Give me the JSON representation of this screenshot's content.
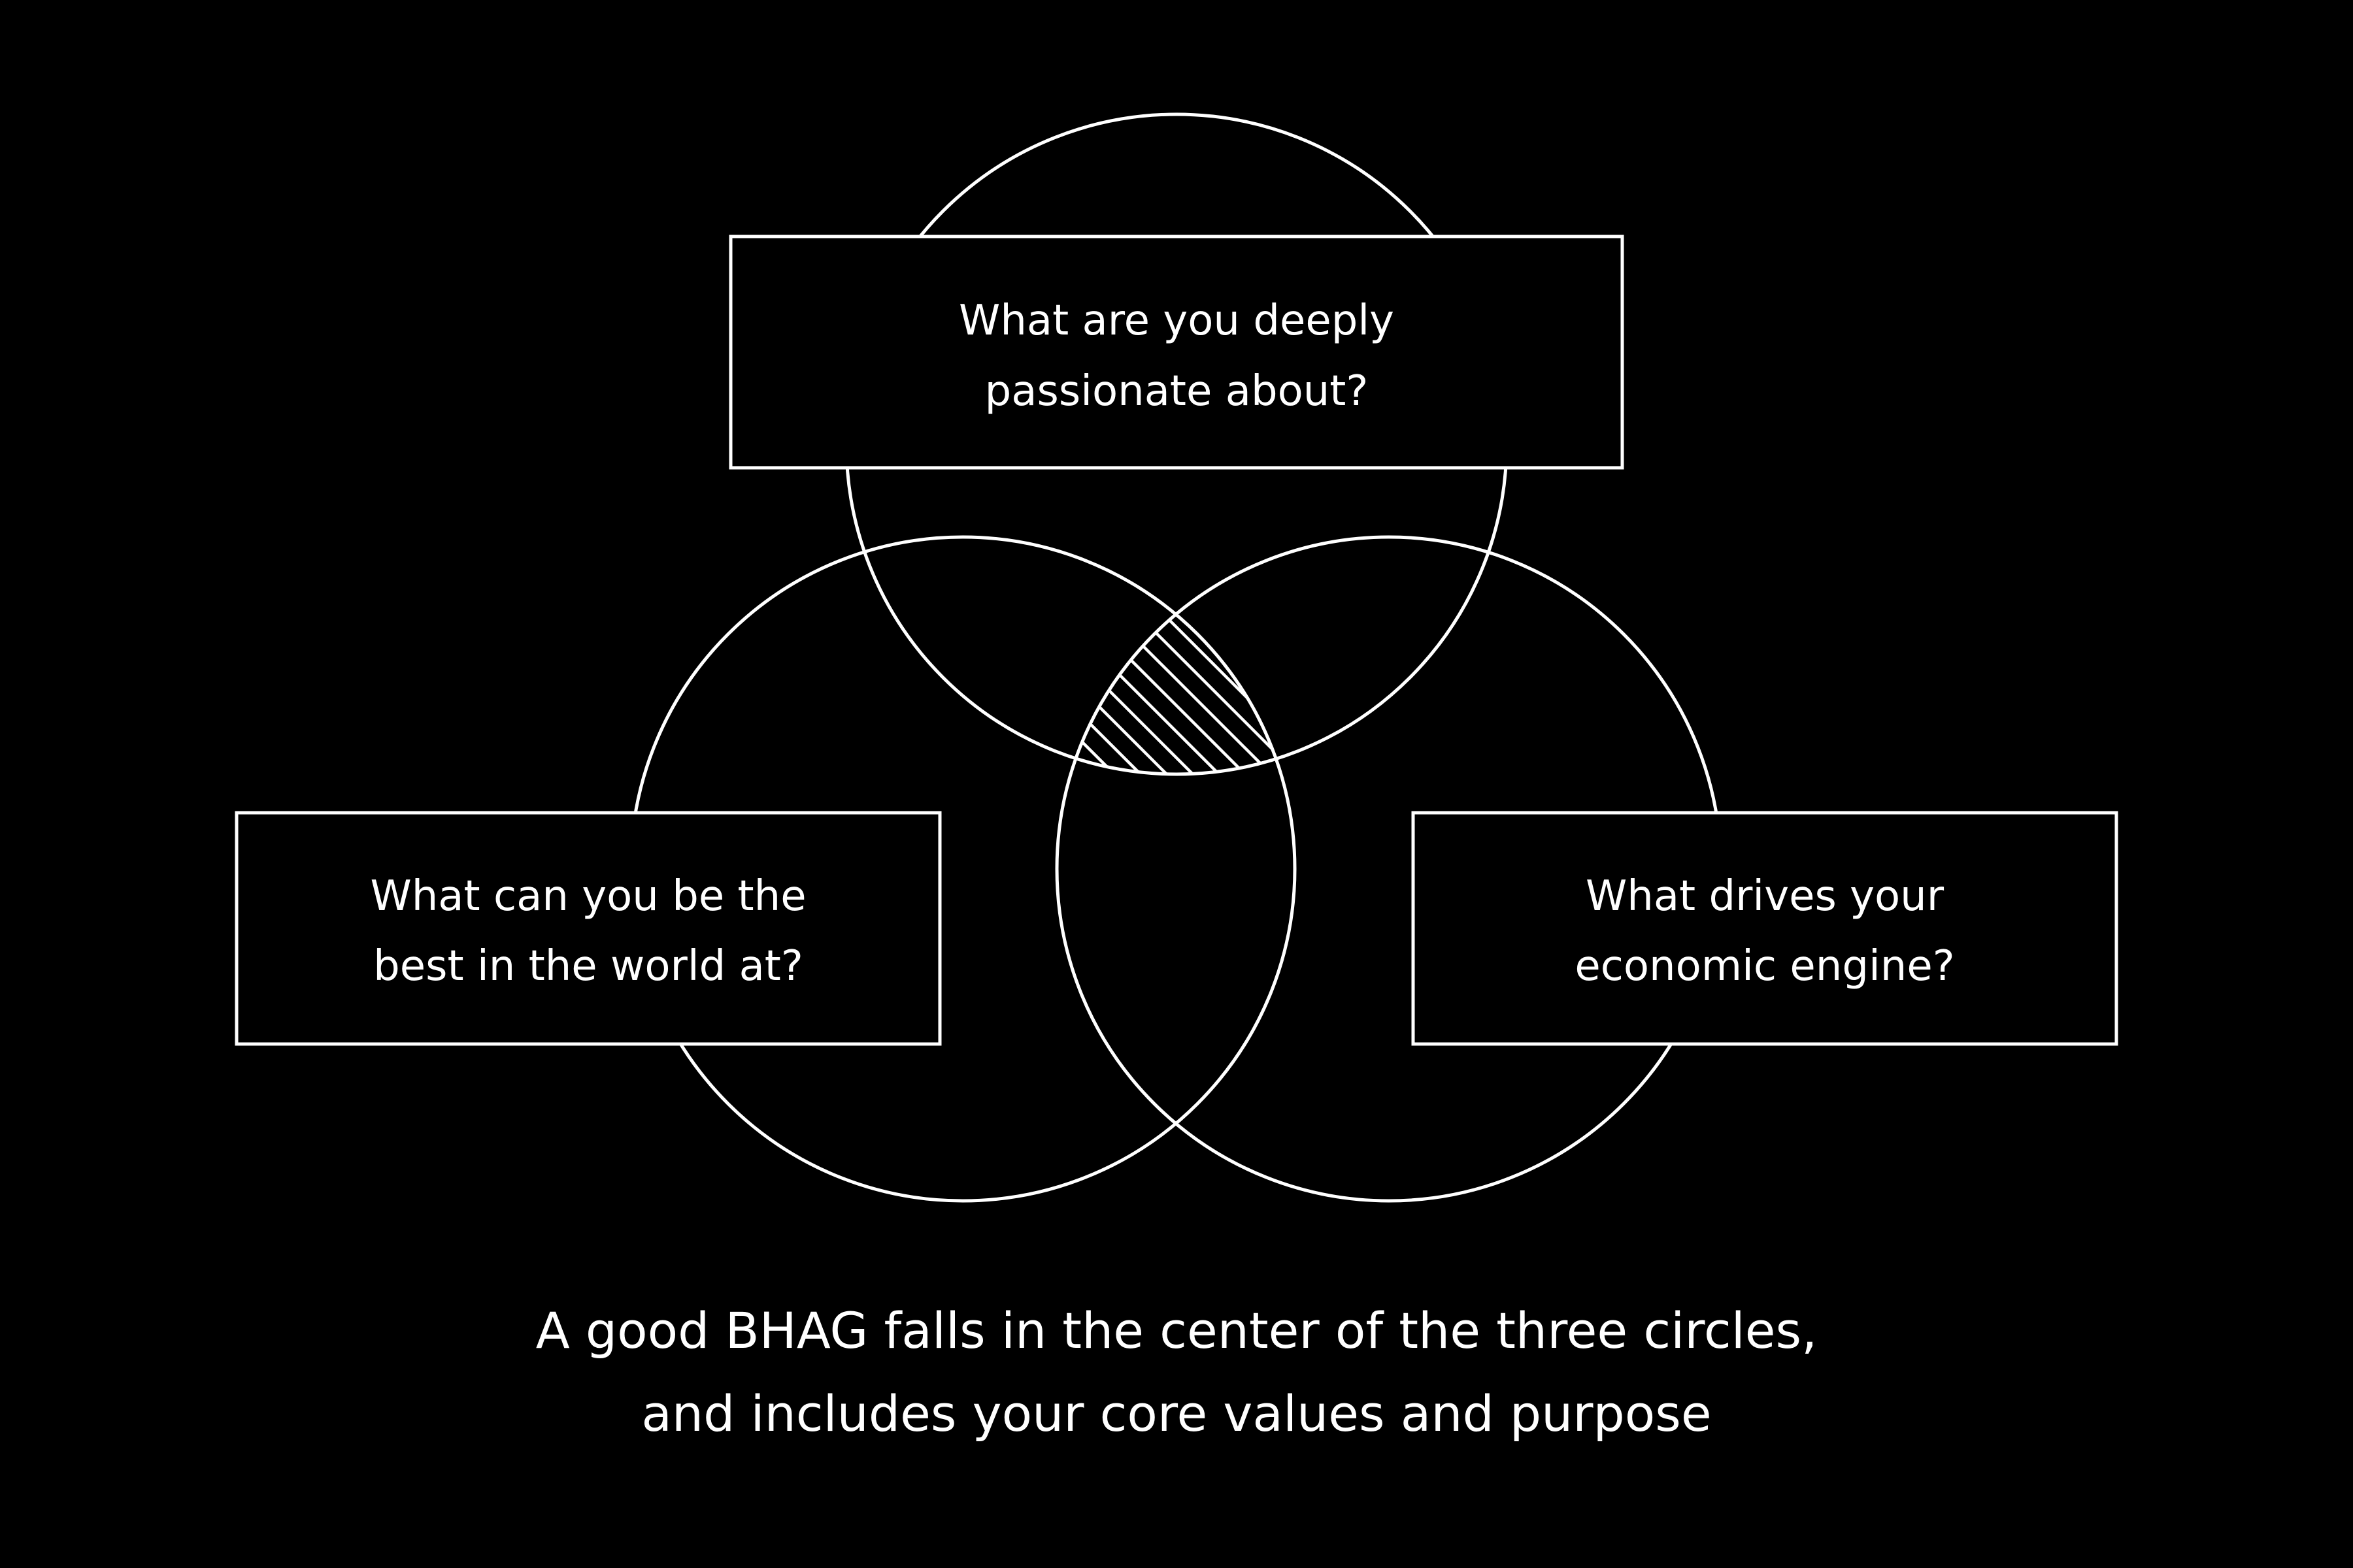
{
  "colors": {
    "background": "#000000",
    "stroke": "#ffffff",
    "text": "#ffffff"
  },
  "labels": {
    "top": {
      "line1": "What are you deeply",
      "line2": "passionate about?"
    },
    "left": {
      "line1": "What can you be the",
      "line2": "best in the world at?"
    },
    "right": {
      "line1": "What drives your",
      "line2": "economic engine?"
    }
  },
  "caption": {
    "line1": "A good BHAG falls in the center of the three circles,",
    "line2": "and includes your core values and purpose"
  }
}
